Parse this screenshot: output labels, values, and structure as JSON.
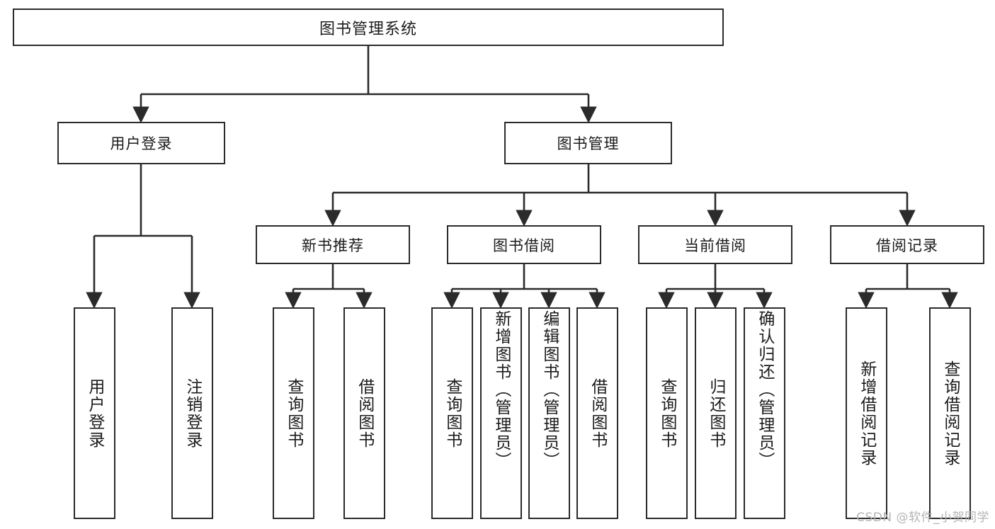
{
  "diagram": {
    "title": "图书管理系统",
    "type": "功能结构图",
    "watermark": "CSDN @软件_小贺同学",
    "colors": {
      "box_border": "#2b2b2b",
      "box_fill": "#ffffff",
      "edge": "#2b2b2b",
      "text": "#1b1b1b",
      "watermark": "#b4b4b4",
      "background": "#ffffff"
    },
    "root": {
      "label": "图书管理系统"
    },
    "level2": [
      {
        "label": "用户登录"
      },
      {
        "label": "图书管理"
      }
    ],
    "level3": [
      {
        "label": "新书推荐"
      },
      {
        "label": "图书借阅"
      },
      {
        "label": "当前借阅"
      },
      {
        "label": "借阅记录"
      }
    ],
    "leaves": {
      "user_login": [
        {
          "label": "用户登录"
        },
        {
          "label": "注销登录"
        }
      ],
      "new_book_recommend": [
        {
          "label": "查询图书"
        },
        {
          "label": "借阅图书"
        }
      ],
      "book_borrow": [
        {
          "label": "查询图书"
        },
        {
          "label": "新增图书（管理员）"
        },
        {
          "label": "编辑图书（管理员）"
        },
        {
          "label": "借阅图书"
        }
      ],
      "current_borrow": [
        {
          "label": "查询图书"
        },
        {
          "label": "归还图书"
        },
        {
          "label": "确认归还（管理员）"
        }
      ],
      "borrow_record": [
        {
          "label": "新增借阅记录"
        },
        {
          "label": "查询借阅记录"
        }
      ]
    }
  }
}
